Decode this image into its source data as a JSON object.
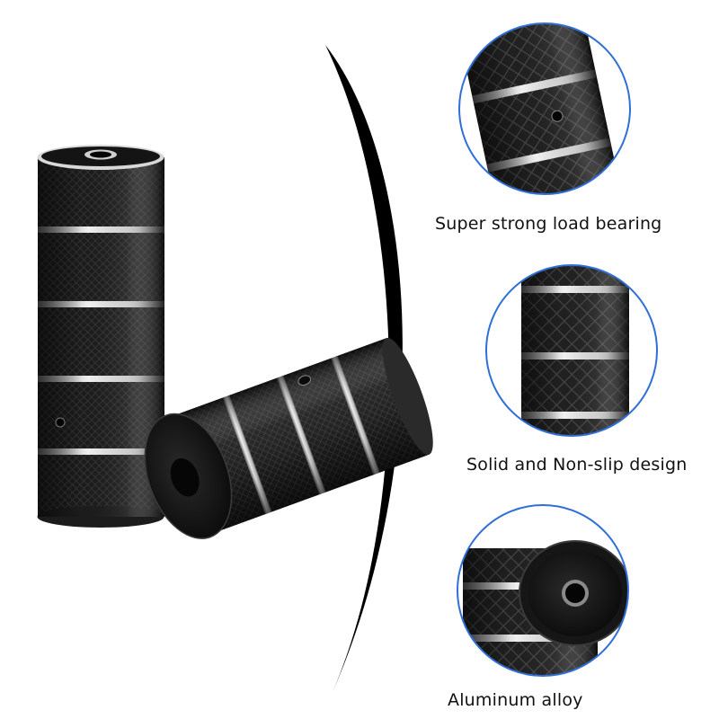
{
  "features": [
    {
      "label": "Super strong load bearing",
      "icon": "bearing-closeup"
    },
    {
      "label": "Solid and Non-slip design",
      "icon": "knurl-closeup"
    },
    {
      "label": "Aluminum alloy",
      "icon": "endcap-closeup"
    }
  ],
  "colors": {
    "background": "#ffffff",
    "peg_body": "#1a1a1a",
    "groove": "#d9d9d9",
    "circle_border": "#2f6fd6",
    "arc": "#000000"
  }
}
